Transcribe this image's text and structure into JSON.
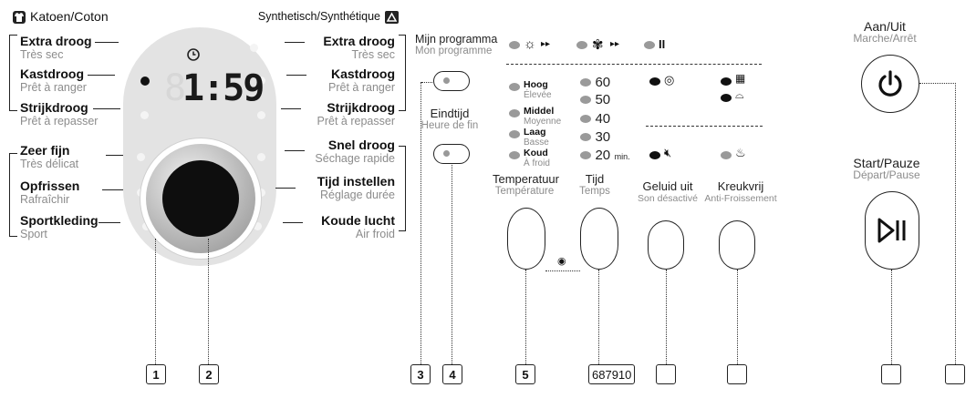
{
  "left_header": {
    "icon": "cotton-shirt-icon",
    "label": "Katoen/Coton"
  },
  "right_header": {
    "icon": "synthetic-icon",
    "label": "Synthetisch/Synthétique"
  },
  "left_programs": [
    {
      "nl": "Extra droog",
      "fr": "Très sec"
    },
    {
      "nl": "Kastdroog",
      "fr": "Prêt à ranger"
    },
    {
      "nl": "Strijkdroog",
      "fr": "Prêt à repasser"
    },
    {
      "nl": "Zeer fijn",
      "fr": "Très délicat"
    },
    {
      "nl": "Opfrissen",
      "fr": "Rafraîchir"
    },
    {
      "nl": "Sportkleding",
      "fr": "Sport"
    }
  ],
  "right_programs": [
    {
      "nl": "Extra droog",
      "fr": "Très sec"
    },
    {
      "nl": "Kastdroog",
      "fr": "Prêt à ranger"
    },
    {
      "nl": "Strijkdroog",
      "fr": "Prêt à repasser"
    },
    {
      "nl": "Snel droog",
      "fr": "Séchage rapide"
    },
    {
      "nl": "Tijd instellen",
      "fr": "Réglage durée"
    },
    {
      "nl": "Koude lucht",
      "fr": "Air froid"
    }
  ],
  "display": {
    "time": "1:59",
    "ghost_digit": "8"
  },
  "my_program": {
    "nl": "Mijn programma",
    "fr": "Mon programme"
  },
  "end_time": {
    "nl": "Eindtijd",
    "fr": "Heure de fin"
  },
  "temperature_levels": [
    {
      "nl": "Hoog",
      "fr": "Élevée"
    },
    {
      "nl": "Middel",
      "fr": "Moyenne"
    },
    {
      "nl": "Laag",
      "fr": "Basse"
    },
    {
      "nl": "Koud",
      "fr": "À froid"
    }
  ],
  "time_values": [
    "60",
    "50",
    "40",
    "30",
    "20"
  ],
  "time_unit": "min.",
  "temperature_button": {
    "nl": "Temperatuur",
    "fr": "Température"
  },
  "time_button": {
    "nl": "Tijd",
    "fr": "Temps"
  },
  "sound_off_button": {
    "nl": "Geluid uit",
    "fr": "Son désactivé"
  },
  "anti_crease_button": {
    "nl": "Kreukvrij",
    "fr": "Anti-Froissement"
  },
  "power_button": {
    "nl": "Aan/Uit",
    "fr": "Marche/Arrêt"
  },
  "start_button": {
    "nl": "Start/Pauze",
    "fr": "Départ/Pause"
  },
  "callouts": [
    "1",
    "2",
    "3",
    "4",
    "5",
    "687910"
  ]
}
